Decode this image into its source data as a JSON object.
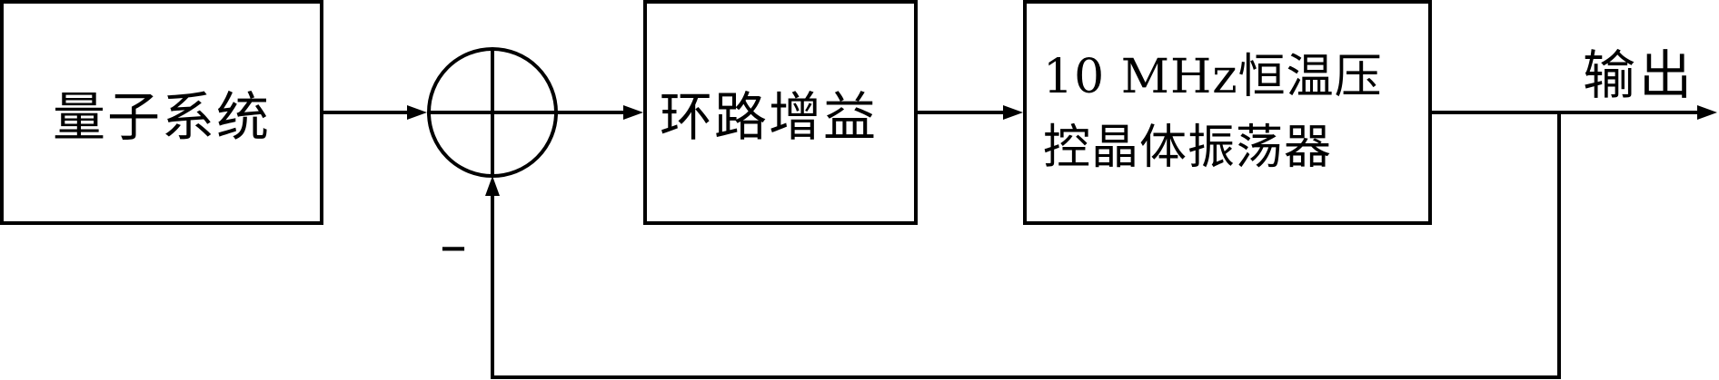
{
  "blocks": {
    "quantum_system": "量子系统",
    "loop_gain": "环路增益",
    "ocxo_line1": "10 MHz恒温压",
    "ocxo_line2": "控晶体振荡器"
  },
  "output_label": "输出",
  "minus_sign": "–"
}
